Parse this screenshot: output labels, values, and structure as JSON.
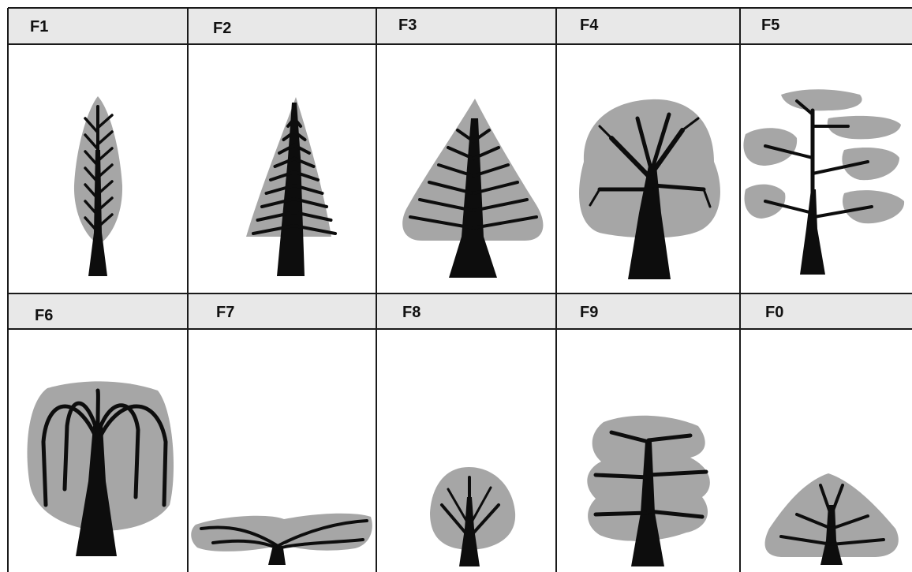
{
  "colors": {
    "background": "#ffffff",
    "header_fill": "#e8e8e8",
    "grid_line": "#1a1a1a",
    "crown": "#a6a6a6",
    "trunk": "#0d0d0d"
  },
  "grid": {
    "rows": 2,
    "columns": 5
  },
  "cells": [
    {
      "label": "F1",
      "form": "columnar",
      "icon": "columnar-tree-icon"
    },
    {
      "label": "F2",
      "form": "conical-conifer",
      "icon": "conifer-tree-icon"
    },
    {
      "label": "F3",
      "form": "pyramidal",
      "icon": "pyramidal-tree-icon"
    },
    {
      "label": "F4",
      "form": "rounded",
      "icon": "rounded-tree-icon"
    },
    {
      "label": "F5",
      "form": "tiered-layered",
      "icon": "layered-tree-icon"
    },
    {
      "label": "F6",
      "form": "weeping",
      "icon": "weeping-tree-icon"
    },
    {
      "label": "F7",
      "form": "prostrate-spreading",
      "icon": "spreading-low-tree-icon"
    },
    {
      "label": "F8",
      "form": "small-oval",
      "icon": "small-oval-tree-icon"
    },
    {
      "label": "F9",
      "form": "irregular-tiered",
      "icon": "tiered-tree-icon"
    },
    {
      "label": "F0",
      "form": "low-dome",
      "icon": "dome-tree-icon"
    }
  ]
}
